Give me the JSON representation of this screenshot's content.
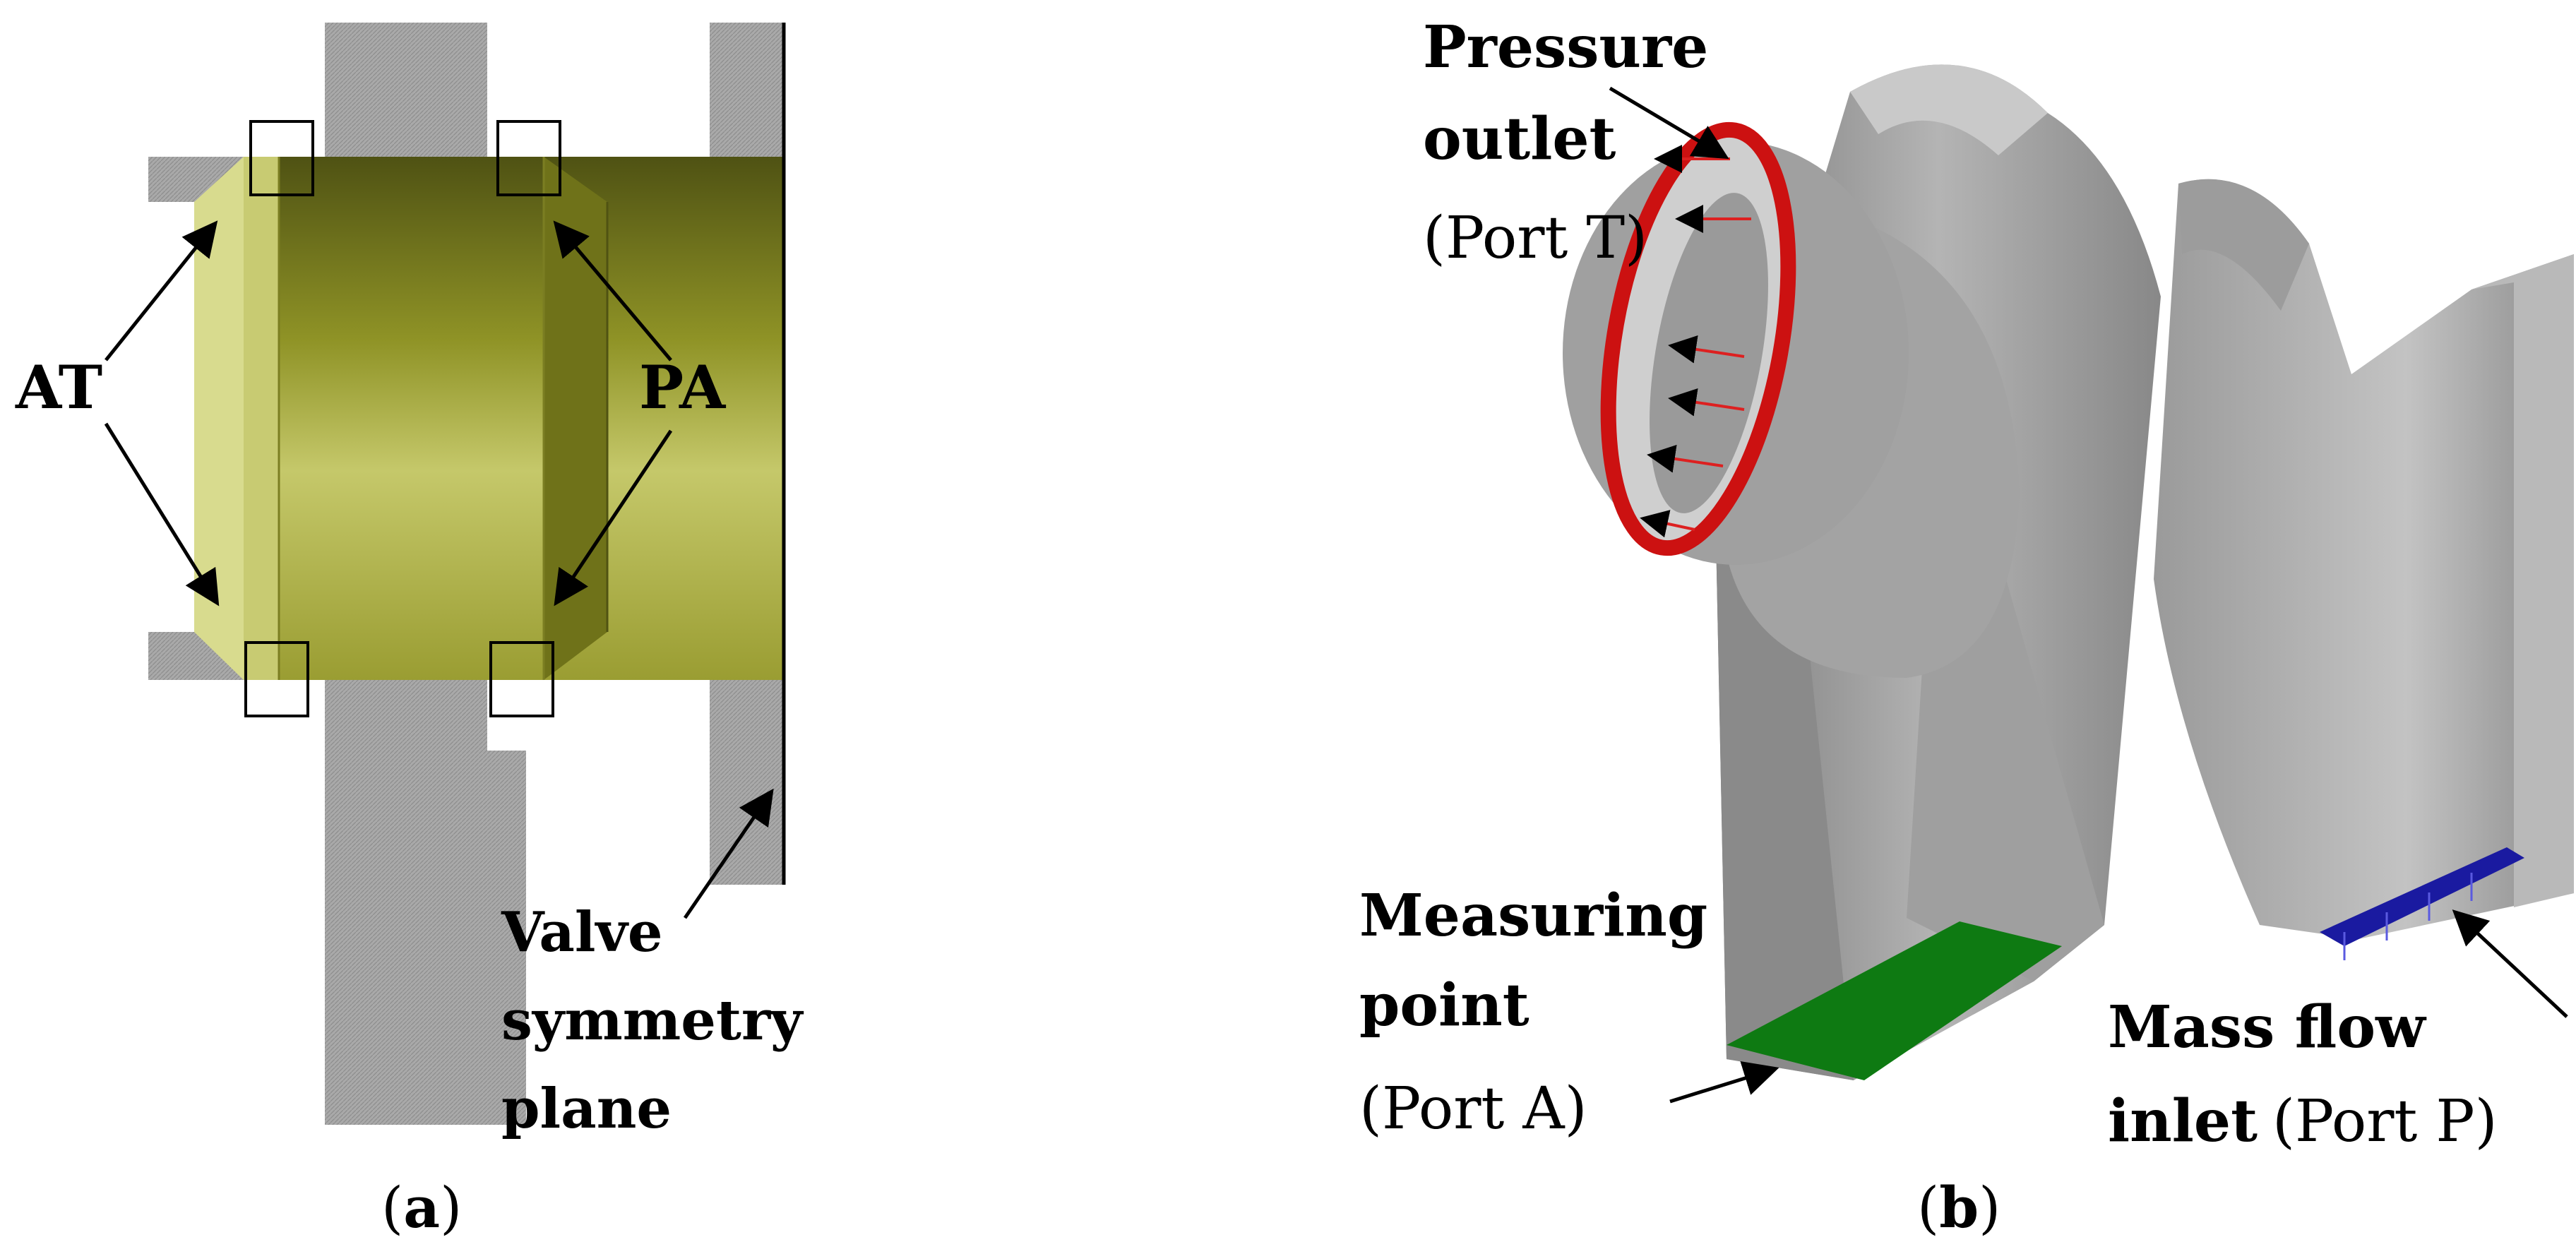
{
  "panel_a": {
    "label_at": "AT",
    "label_pa": "PA",
    "symmetry_label": [
      "Valve",
      "symmetry",
      "plane"
    ],
    "caption_prefix": "(",
    "caption_letter": "a",
    "caption_suffix": ")"
  },
  "panel_b": {
    "outlet_label": [
      "Pressure",
      "outlet",
      "(Port T)"
    ],
    "measuring_label": [
      "Measuring",
      "point",
      "(Port A)"
    ],
    "mass_flow_label": [
      "Mass flow",
      "inlet"
    ],
    "port_p_label": "(Port P)",
    "caption_prefix": "(",
    "caption_letter": "b",
    "caption_suffix": ")"
  },
  "colors": {
    "housing_gray": "#a8a8a8",
    "spool_olive": "#a7aa3e",
    "body_gray": "#8e8e8e",
    "outlet_red": "#cc1111",
    "port_a_green": "#0e7a12",
    "port_p_blue": "#1a1aa0"
  }
}
